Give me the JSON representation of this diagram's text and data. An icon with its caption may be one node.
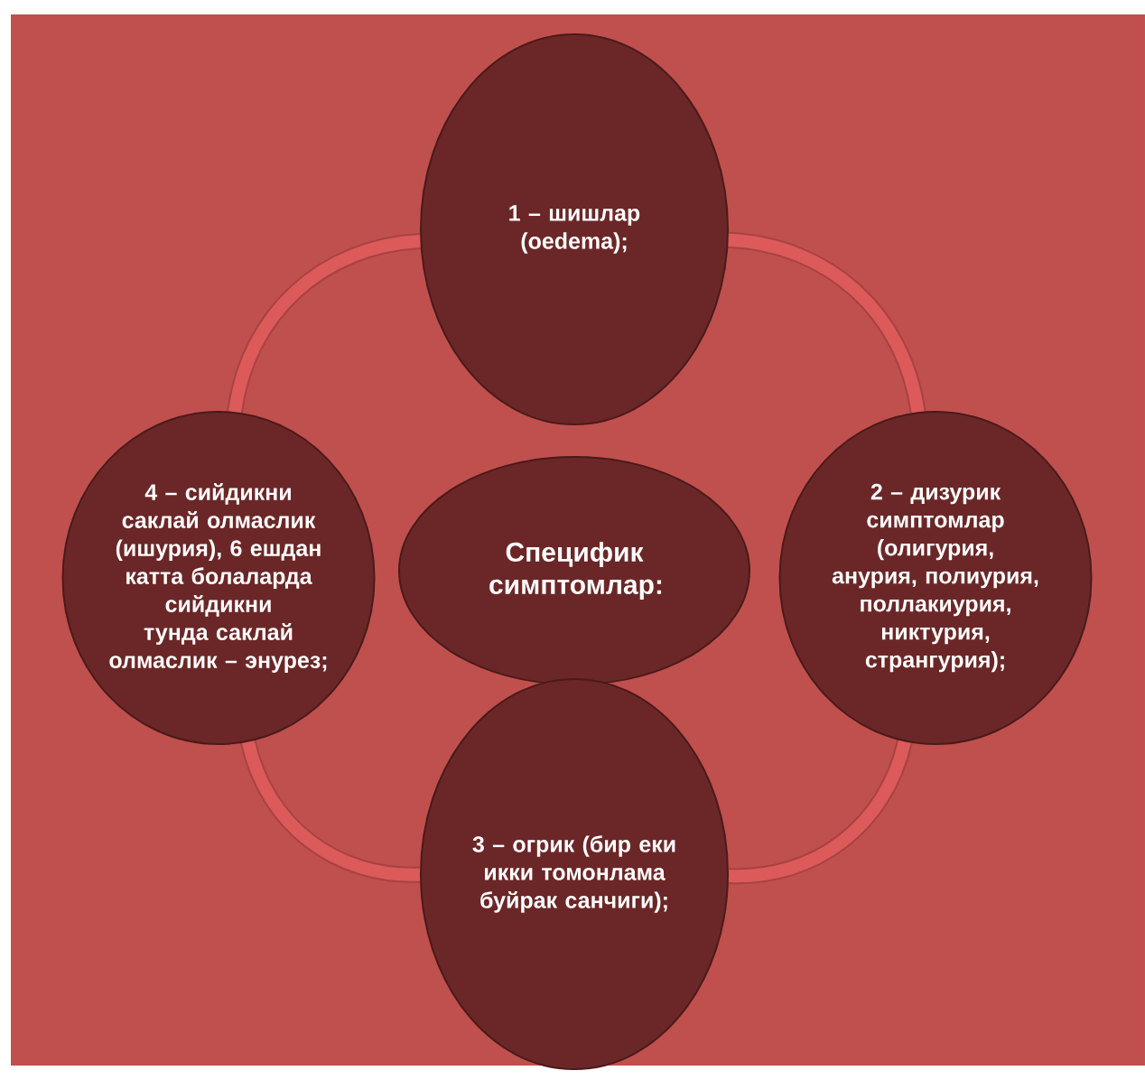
{
  "diagram": {
    "nodes": [
      {
        "text": [
          "1 – шишлар (oedema);"
        ]
      },
      {
        "text": [
          "4 – сийдикни саклай олмаслик (ишурия), 6 ешдан катта болаларда сийдикни тунда саклай олмаслик – энурез;"
        ]
      },
      {
        "text": [
          "Специфик симптомлар:"
        ]
      },
      {
        "text": [
          "2 – дизурик симптомлар (олигурия, анурия, полиурия, поллакиурия, никтурия, странгурия);"
        ]
      },
      {
        "text": [
          "3 – огрик (бир еки икки томонлама буйрак санчиги);"
        ]
      }
    ],
    "edges": [
      {
        "from": 0,
        "to": 3,
        "arrow": "none"
      },
      {
        "from": 3,
        "to": 4,
        "arrow": "none"
      },
      {
        "from": 4,
        "to": 1,
        "arrow": "none"
      },
      {
        "from": 1,
        "to": 0,
        "arrow": "none"
      }
    ]
  }
}
